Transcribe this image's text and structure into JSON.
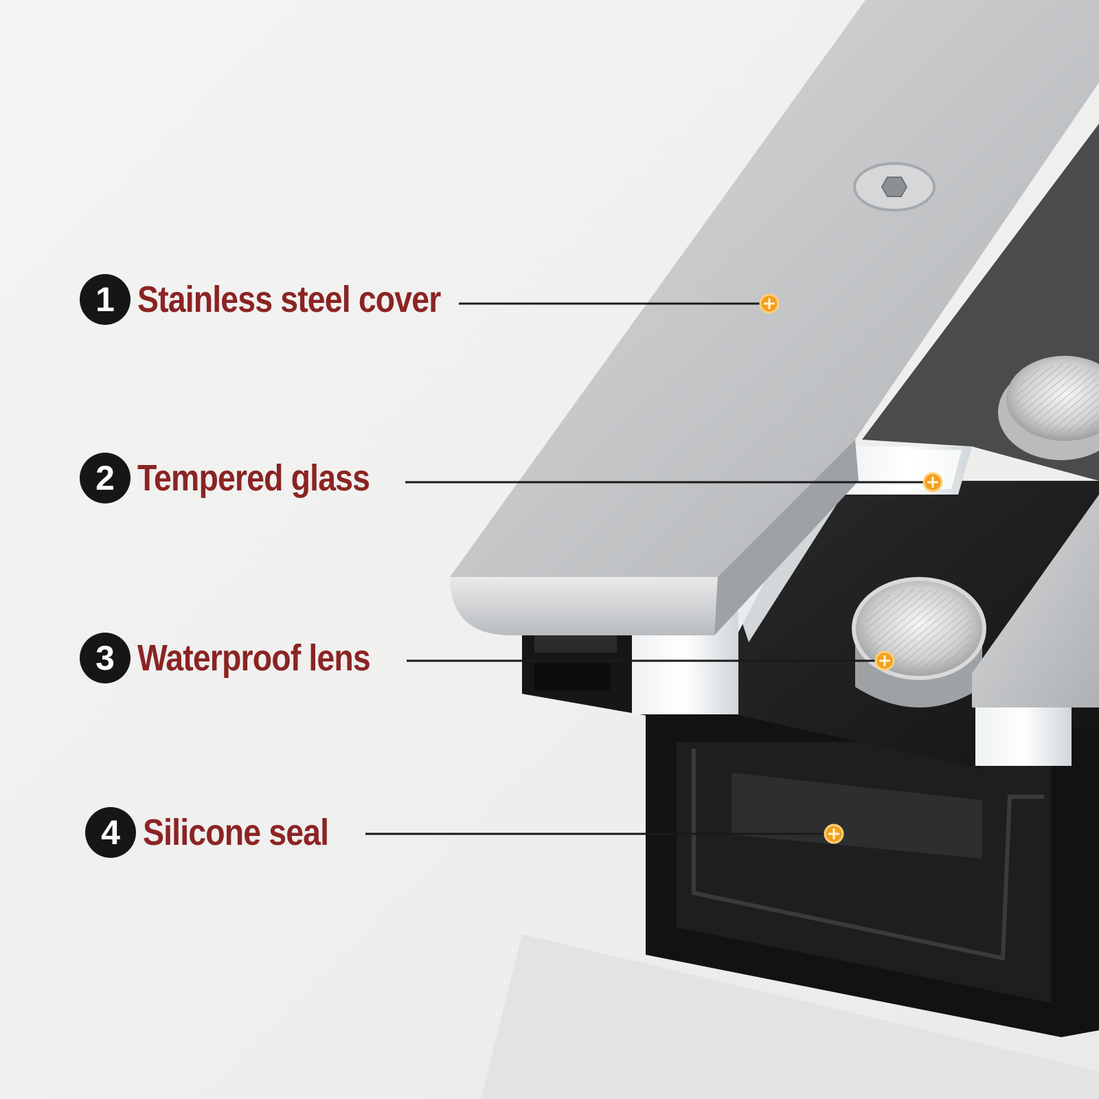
{
  "callouts": [
    {
      "number": "1",
      "label": "Stainless steel cover"
    },
    {
      "number": "2",
      "label": "Tempered glass"
    },
    {
      "number": "3",
      "label": "Waterproof lens"
    },
    {
      "number": "4",
      "label": "Silicone seal"
    }
  ],
  "colors": {
    "label_text": "#8b2424",
    "badge": "#161616",
    "marker": "#f0a01e",
    "leader_line": "#1a1a1a"
  }
}
